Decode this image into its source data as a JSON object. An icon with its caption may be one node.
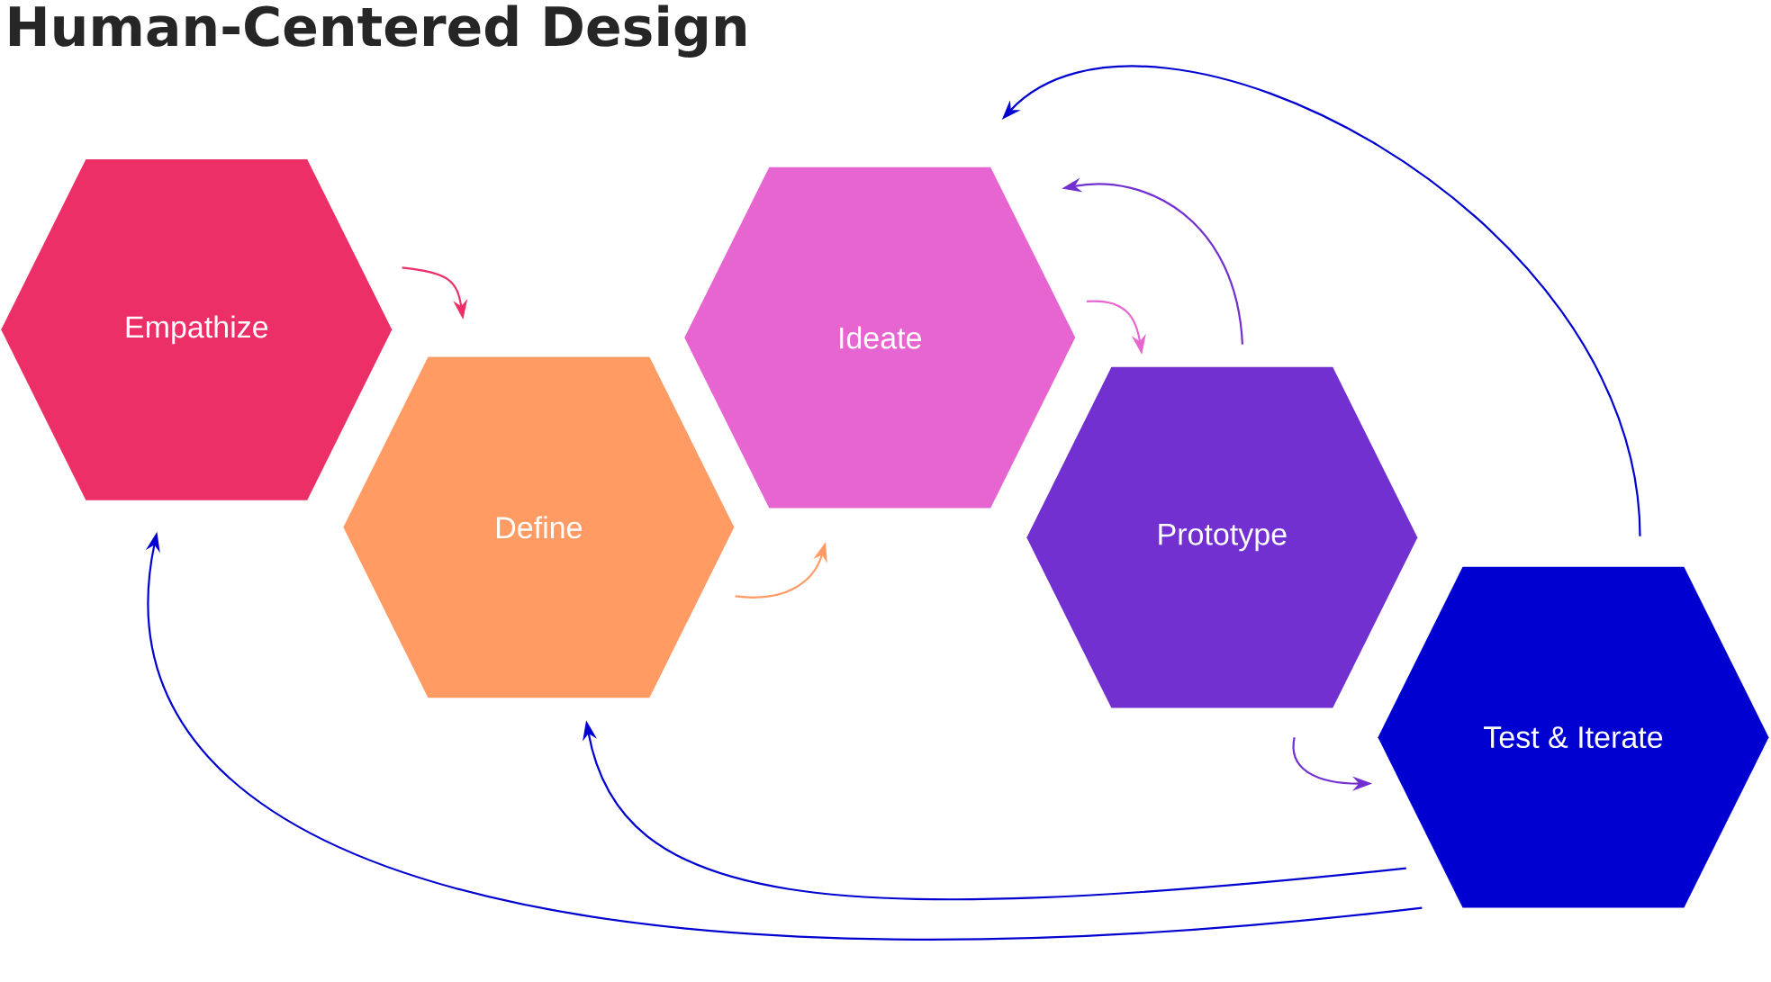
{
  "diagram": {
    "title": "Human-Centered Design",
    "nodes": [
      {
        "text": [
          "Empathize"
        ]
      },
      {
        "text": [
          "Define"
        ]
      },
      {
        "text": [
          "Ideate"
        ]
      },
      {
        "text": [
          "Prototype"
        ]
      },
      {
        "text": [
          "Test & Iterate"
        ]
      }
    ],
    "edges": [
      {
        "from": 0,
        "to": 1,
        "arrow": "to",
        "color": "#ec2f66"
      },
      {
        "from": 1,
        "to": 2,
        "arrow": "to",
        "color": "#ff9b63"
      },
      {
        "from": 2,
        "to": 3,
        "arrow": "to",
        "color": "#e665d0"
      },
      {
        "from": 3,
        "to": 2,
        "arrow": "to",
        "color": "#7230d0"
      },
      {
        "from": 3,
        "to": 4,
        "arrow": "to",
        "color": "#7230d0"
      },
      {
        "from": 4,
        "to": 2,
        "arrow": "to",
        "color": "#0000d0"
      },
      {
        "from": 4,
        "to": 1,
        "arrow": "to",
        "color": "#0000d0"
      },
      {
        "from": 4,
        "to": 0,
        "arrow": "to",
        "color": "#0000d0"
      }
    ]
  }
}
